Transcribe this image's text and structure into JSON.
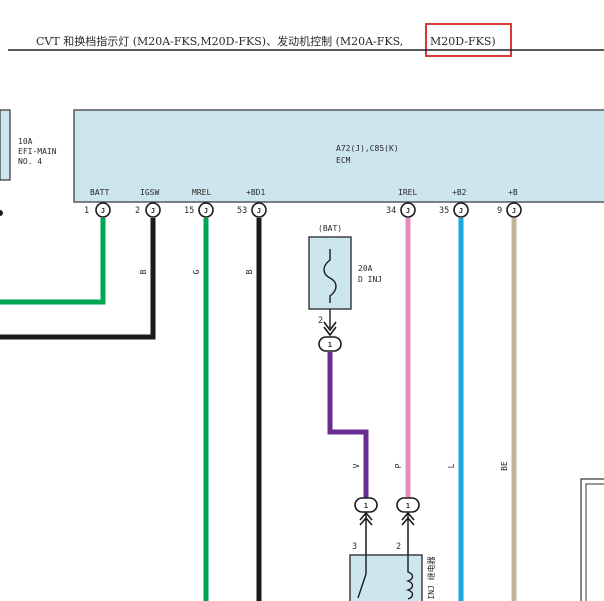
{
  "header": {
    "title_main": "CVT 和换档指示灯 (M20A-FKS,M20D-FKS)、发动机控制 (M20A-FKS,",
    "title_highlight": "M20D-FKS)"
  },
  "fuse_left": {
    "rating": "10A",
    "name_line1": "EFI-MAIN",
    "name_line2": "NO. 4"
  },
  "ecm": {
    "connector": "A72(J),C85(K)",
    "name": "ECM",
    "terminals": [
      {
        "label": "BATT",
        "pin": "1",
        "jack": "J"
      },
      {
        "label": "IGSW",
        "pin": "2",
        "jack": "J"
      },
      {
        "label": "MREL",
        "pin": "15",
        "jack": "J"
      },
      {
        "label": "+BD1",
        "pin": "53",
        "jack": "J"
      },
      {
        "label": "IREL",
        "pin": "34",
        "jack": "J"
      },
      {
        "label": "+B2",
        "pin": "35",
        "jack": "J"
      },
      {
        "label": "+B",
        "pin": "9",
        "jack": "J"
      }
    ]
  },
  "fuse_dinj": {
    "source": "(BAT)",
    "rating": "20A",
    "name": "D INJ",
    "pin": "2",
    "connector": "1"
  },
  "wire_colors": {
    "batt": "G",
    "igsw": "B",
    "mrel": "G",
    "bd1": "B",
    "fuse_out": "V",
    "irel": "P",
    "b2": "L",
    "b": "BE"
  },
  "relay": {
    "name": "INJ 继电器",
    "pin_left": "3",
    "pin_right": "2",
    "conn_left": "1",
    "conn_right": "1"
  },
  "colors": {
    "green": "#00a651",
    "black": "#1a1a1a",
    "purple": "#6b2c91",
    "pink": "#e88bb8",
    "blue": "#1aa6de",
    "beige": "#c4b49c",
    "box_fill": "#cde6ee",
    "highlight": "#d83a3a"
  }
}
